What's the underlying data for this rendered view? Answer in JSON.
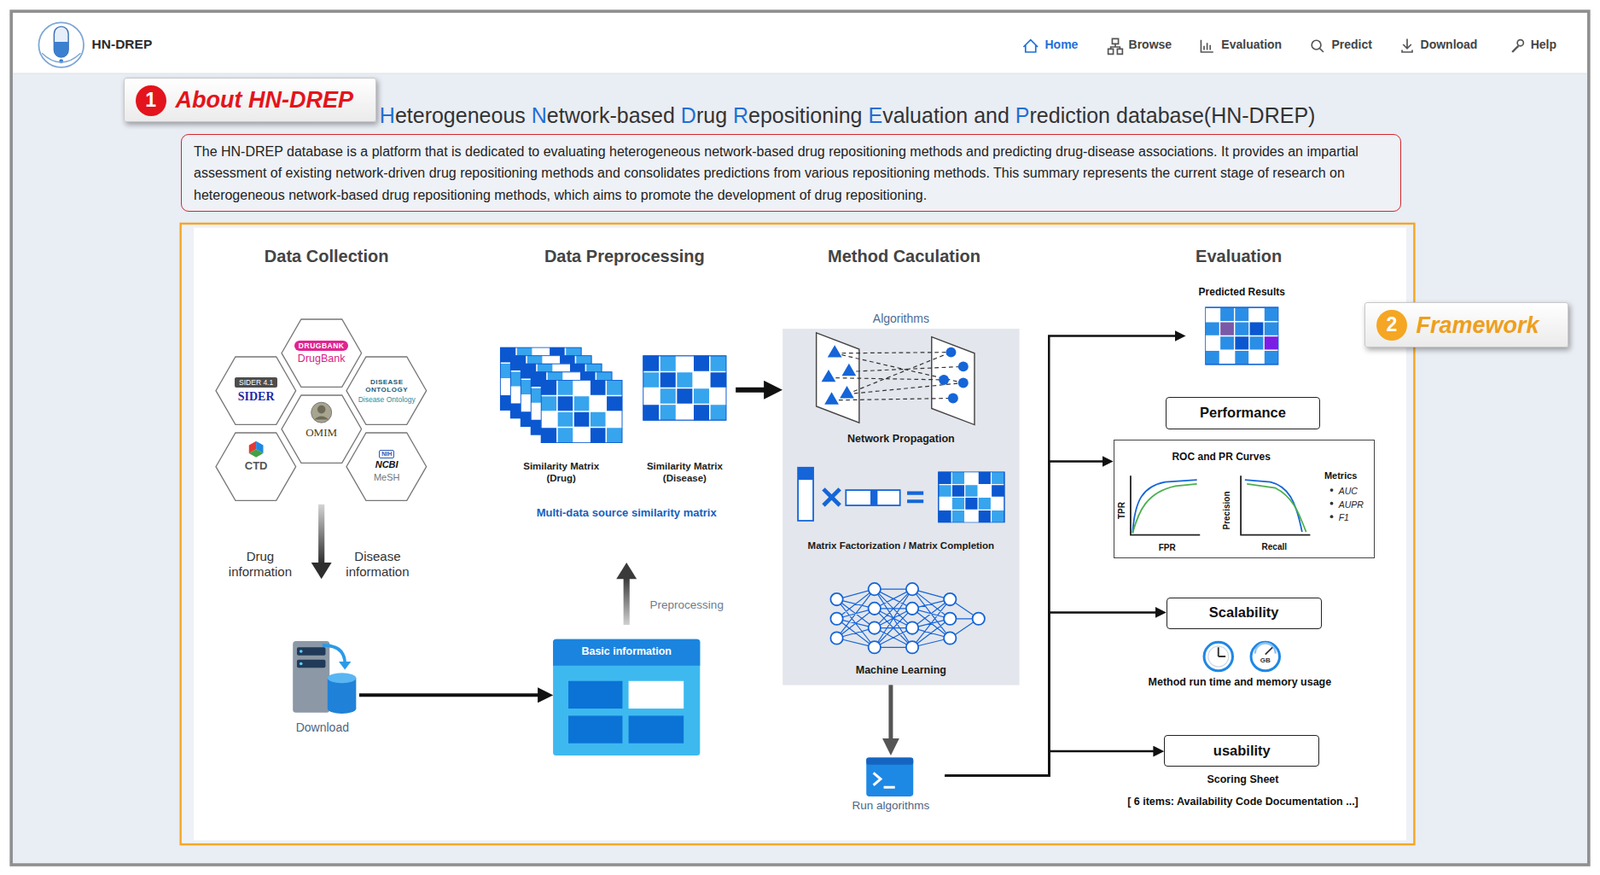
{
  "diagram": {
    "title": "Heterogeneous Network-based Drug Repositioning Evaluation and Prediction database(HN-DREP)",
    "nodes": [
      {
        "text": [
          "HN-DREP",
          "Home",
          "Browse",
          "Evaluation",
          "Predict",
          "Download",
          "Help"
        ]
      },
      {
        "text": [
          "About HN-DREP"
        ]
      },
      {
        "text": [
          "1"
        ],
        "in": 1
      },
      {
        "text": [
          "The HN-DREP database is a platform that is dedicated to evaluating heterogeneous network-based drug repositioning methods and predicting drug-disease associations. It provides an impartial assessment of existing network-driven drug repositioning methods and consolidates predictions from various repositioning methods. This summary represents the current stage of research on heterogeneous network-based drug repositioning methods, which aims to promote the development of drug repositioning."
        ]
      },
      {
        "text": [
          "Framework"
        ]
      },
      {
        "text": [
          "2"
        ],
        "in": 4
      },
      {
        "text": [
          "DRUGBANK",
          "DrugBank"
        ]
      },
      {
        "text": [
          "SIDER 4.1",
          "SIDER"
        ]
      },
      {
        "text": [
          "DISEASE ONTOLOGY",
          "Disease Ontology"
        ]
      },
      {
        "text": [
          "OMIM"
        ]
      },
      {
        "text": [
          "CTD"
        ]
      },
      {
        "text": [
          "NIH",
          "NCBI",
          "MeSH"
        ]
      },
      {
        "text": [
          "Download"
        ]
      },
      {
        "text": [
          "Similarity Matrix (Drug)"
        ]
      },
      {
        "text": [
          "Similarity Matrix (Disease)"
        ]
      },
      {
        "text": [
          "Basic information"
        ]
      },
      {
        "text": [
          "Algorithms",
          "Network Propagation",
          "Matrix Factorization / Matrix Completion",
          "Machine Learning"
        ]
      },
      {
        "text": [
          "Run algorithms"
        ]
      },
      {
        "text": [
          "Predicted Results"
        ]
      },
      {
        "text": [
          "Performance"
        ]
      },
      {
        "text": [
          "ROC and PR Curves",
          "TPR",
          "FPR",
          "Precision",
          "Recall",
          "Metrics",
          "AUC",
          "AUPR",
          "F1"
        ]
      },
      {
        "text": [
          "Scalability"
        ]
      },
      {
        "text": [
          "usability"
        ]
      }
    ],
    "edges": [
      {
        "from": 12,
        "to": 15,
        "arrow": "to"
      },
      {
        "from": 14,
        "to": 16,
        "arrow": "to"
      },
      {
        "from": 16,
        "to": 17,
        "arrow": "to"
      },
      {
        "from": 17,
        "to": 18,
        "arrow": "to"
      },
      {
        "from": 17,
        "to": 20,
        "arrow": "to"
      },
      {
        "from": 17,
        "to": 21,
        "arrow": "to"
      },
      {
        "from": 17,
        "to": 22,
        "arrow": "to"
      }
    ],
    "labels": [
      "Data Collection",
      "Data Preprocessing",
      "Method Caculation",
      "Evaluation",
      "Drug information",
      "Disease information",
      "Multi-data source similarity matrix",
      "Preprocessing",
      "GB",
      "Method run time and memory usage",
      "Scoring Sheet",
      "[ 6 items: Availability Code Documentation ...]"
    ]
  }
}
